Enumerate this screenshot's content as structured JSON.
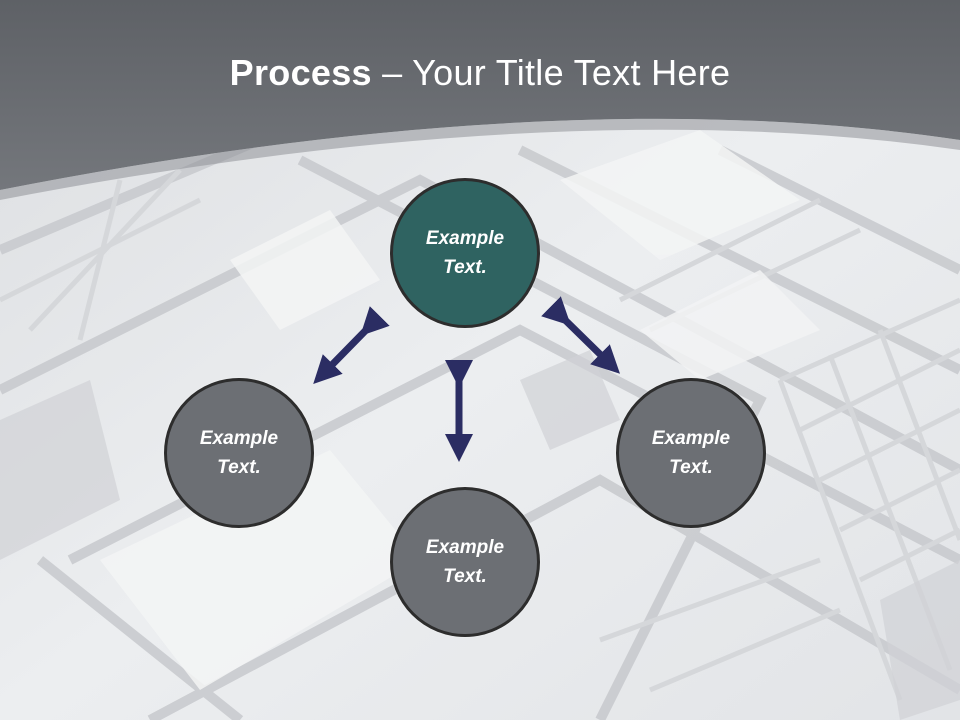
{
  "title": {
    "bold": "Process",
    "rest": " – Your Title Text Here"
  },
  "nodes": {
    "top": "Example Text.",
    "left": "Example Text.",
    "right": "Example Text.",
    "bottom": "Example Text."
  },
  "colors": {
    "header": "#6b6e73",
    "accent_node": "#2f6361",
    "node": "#6c6f74",
    "arrow": "#2b2d63"
  }
}
